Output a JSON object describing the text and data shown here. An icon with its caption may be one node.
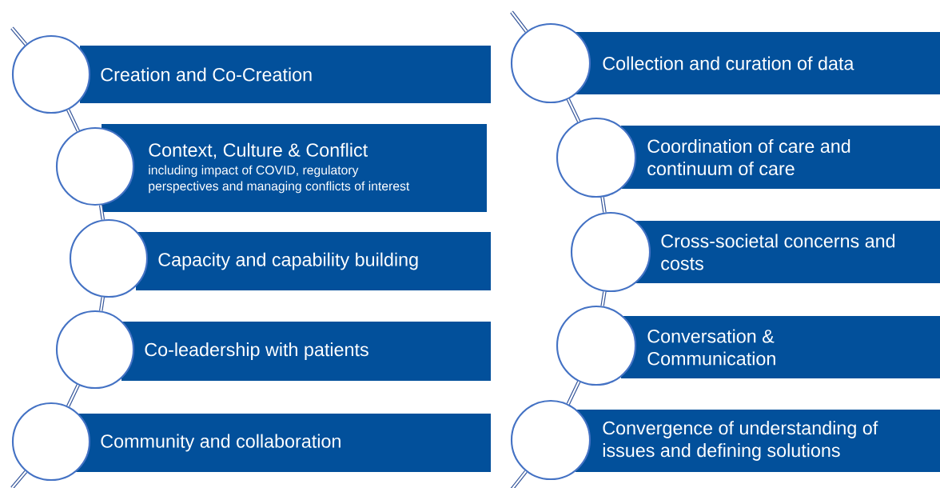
{
  "diagram": {
    "nodes": [
      {
        "text": [],
        "shape": "circle"
      },
      {
        "text": [
          "Creation and Co-Creation"
        ]
      },
      {
        "text": [],
        "shape": "circle"
      },
      {
        "text": [
          "Context, Culture & Conflict",
          "including impact of COVID, regulatory perspectives and managing conflicts of interest"
        ]
      },
      {
        "text": [],
        "shape": "circle"
      },
      {
        "text": [
          "Capacity and capability building"
        ]
      },
      {
        "text": [],
        "shape": "circle"
      },
      {
        "text": [
          "Co-leadership with patients"
        ]
      },
      {
        "text": [],
        "shape": "circle"
      },
      {
        "text": [
          "Community and collaboration"
        ]
      },
      {
        "text": [],
        "shape": "circle"
      },
      {
        "text": [
          "Collection and curation of data"
        ]
      },
      {
        "text": [],
        "shape": "circle"
      },
      {
        "text": [
          "Coordination of care and continuum of care"
        ]
      },
      {
        "text": [],
        "shape": "circle"
      },
      {
        "text": [
          "Cross-societal concerns and costs"
        ]
      },
      {
        "text": [],
        "shape": "circle"
      },
      {
        "text": [
          "Conversation & Communication"
        ]
      },
      {
        "text": [],
        "shape": "circle"
      },
      {
        "text": [
          "Convergence of understanding of issues and defining solutions"
        ]
      }
    ],
    "edges": [
      {
        "from": null,
        "to": 0,
        "arrow": "none"
      },
      {
        "from": 0,
        "to": 2,
        "arrow": "none"
      },
      {
        "from": 2,
        "to": 4,
        "arrow": "none"
      },
      {
        "from": 4,
        "to": 6,
        "arrow": "none"
      },
      {
        "from": 6,
        "to": 8,
        "arrow": "none"
      },
      {
        "from": 8,
        "to": null,
        "arrow": "none"
      },
      {
        "from": null,
        "to": 10,
        "arrow": "none"
      },
      {
        "from": 10,
        "to": 12,
        "arrow": "none"
      },
      {
        "from": 12,
        "to": 14,
        "arrow": "none"
      },
      {
        "from": 14,
        "to": 16,
        "arrow": "none"
      },
      {
        "from": 16,
        "to": 18,
        "arrow": "none"
      },
      {
        "from": 18,
        "to": null,
        "arrow": "none"
      }
    ]
  }
}
